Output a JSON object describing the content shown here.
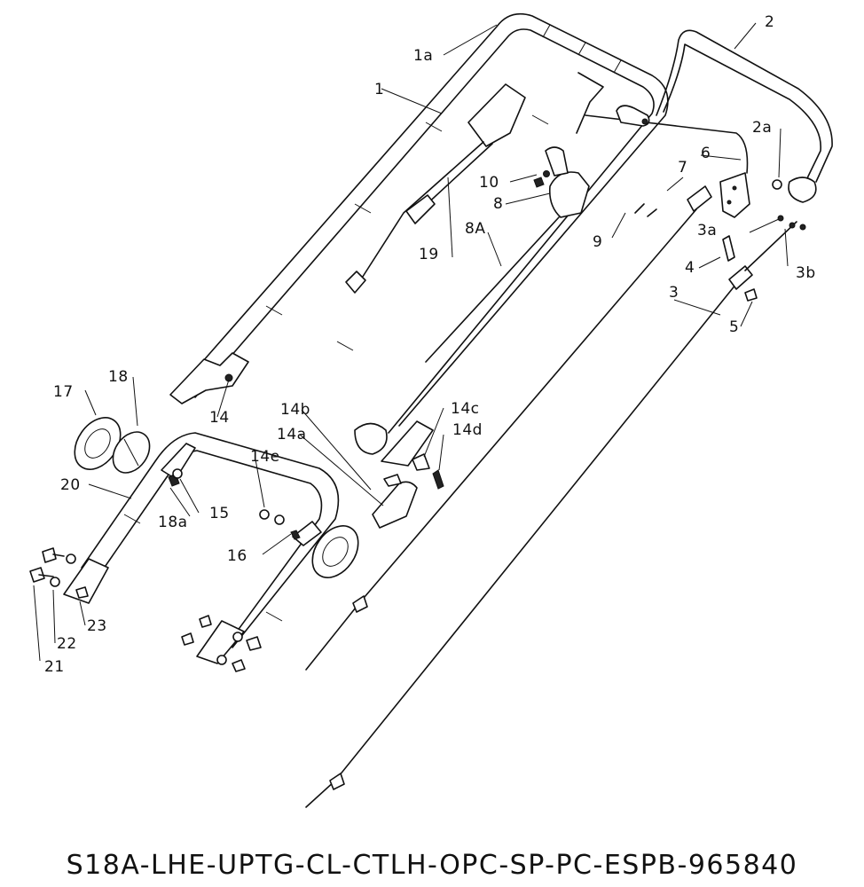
{
  "labels": {
    "l1a": "1a",
    "l1": "1",
    "l2": "2",
    "l2a": "2a",
    "l3": "3",
    "l3a": "3a",
    "l3b": "3b",
    "l4": "4",
    "l5": "5",
    "l6": "6",
    "l7": "7",
    "l8": "8",
    "l8A": "8A",
    "l9": "9",
    "l10": "10",
    "l14": "14",
    "l14a": "14a",
    "l14b": "14b",
    "l14c": "14c",
    "l14d": "14d",
    "l14e": "14e",
    "l15": "15",
    "l16": "16",
    "l17": "17",
    "l18": "18",
    "l18a": "18a",
    "l19": "19",
    "l20": "20",
    "l21": "21",
    "l22": "22",
    "l23": "23"
  },
  "model_code": "S18A-LHE-UPTG-CL-CTLH-OPC-SP-PC-ESPB-965840"
}
